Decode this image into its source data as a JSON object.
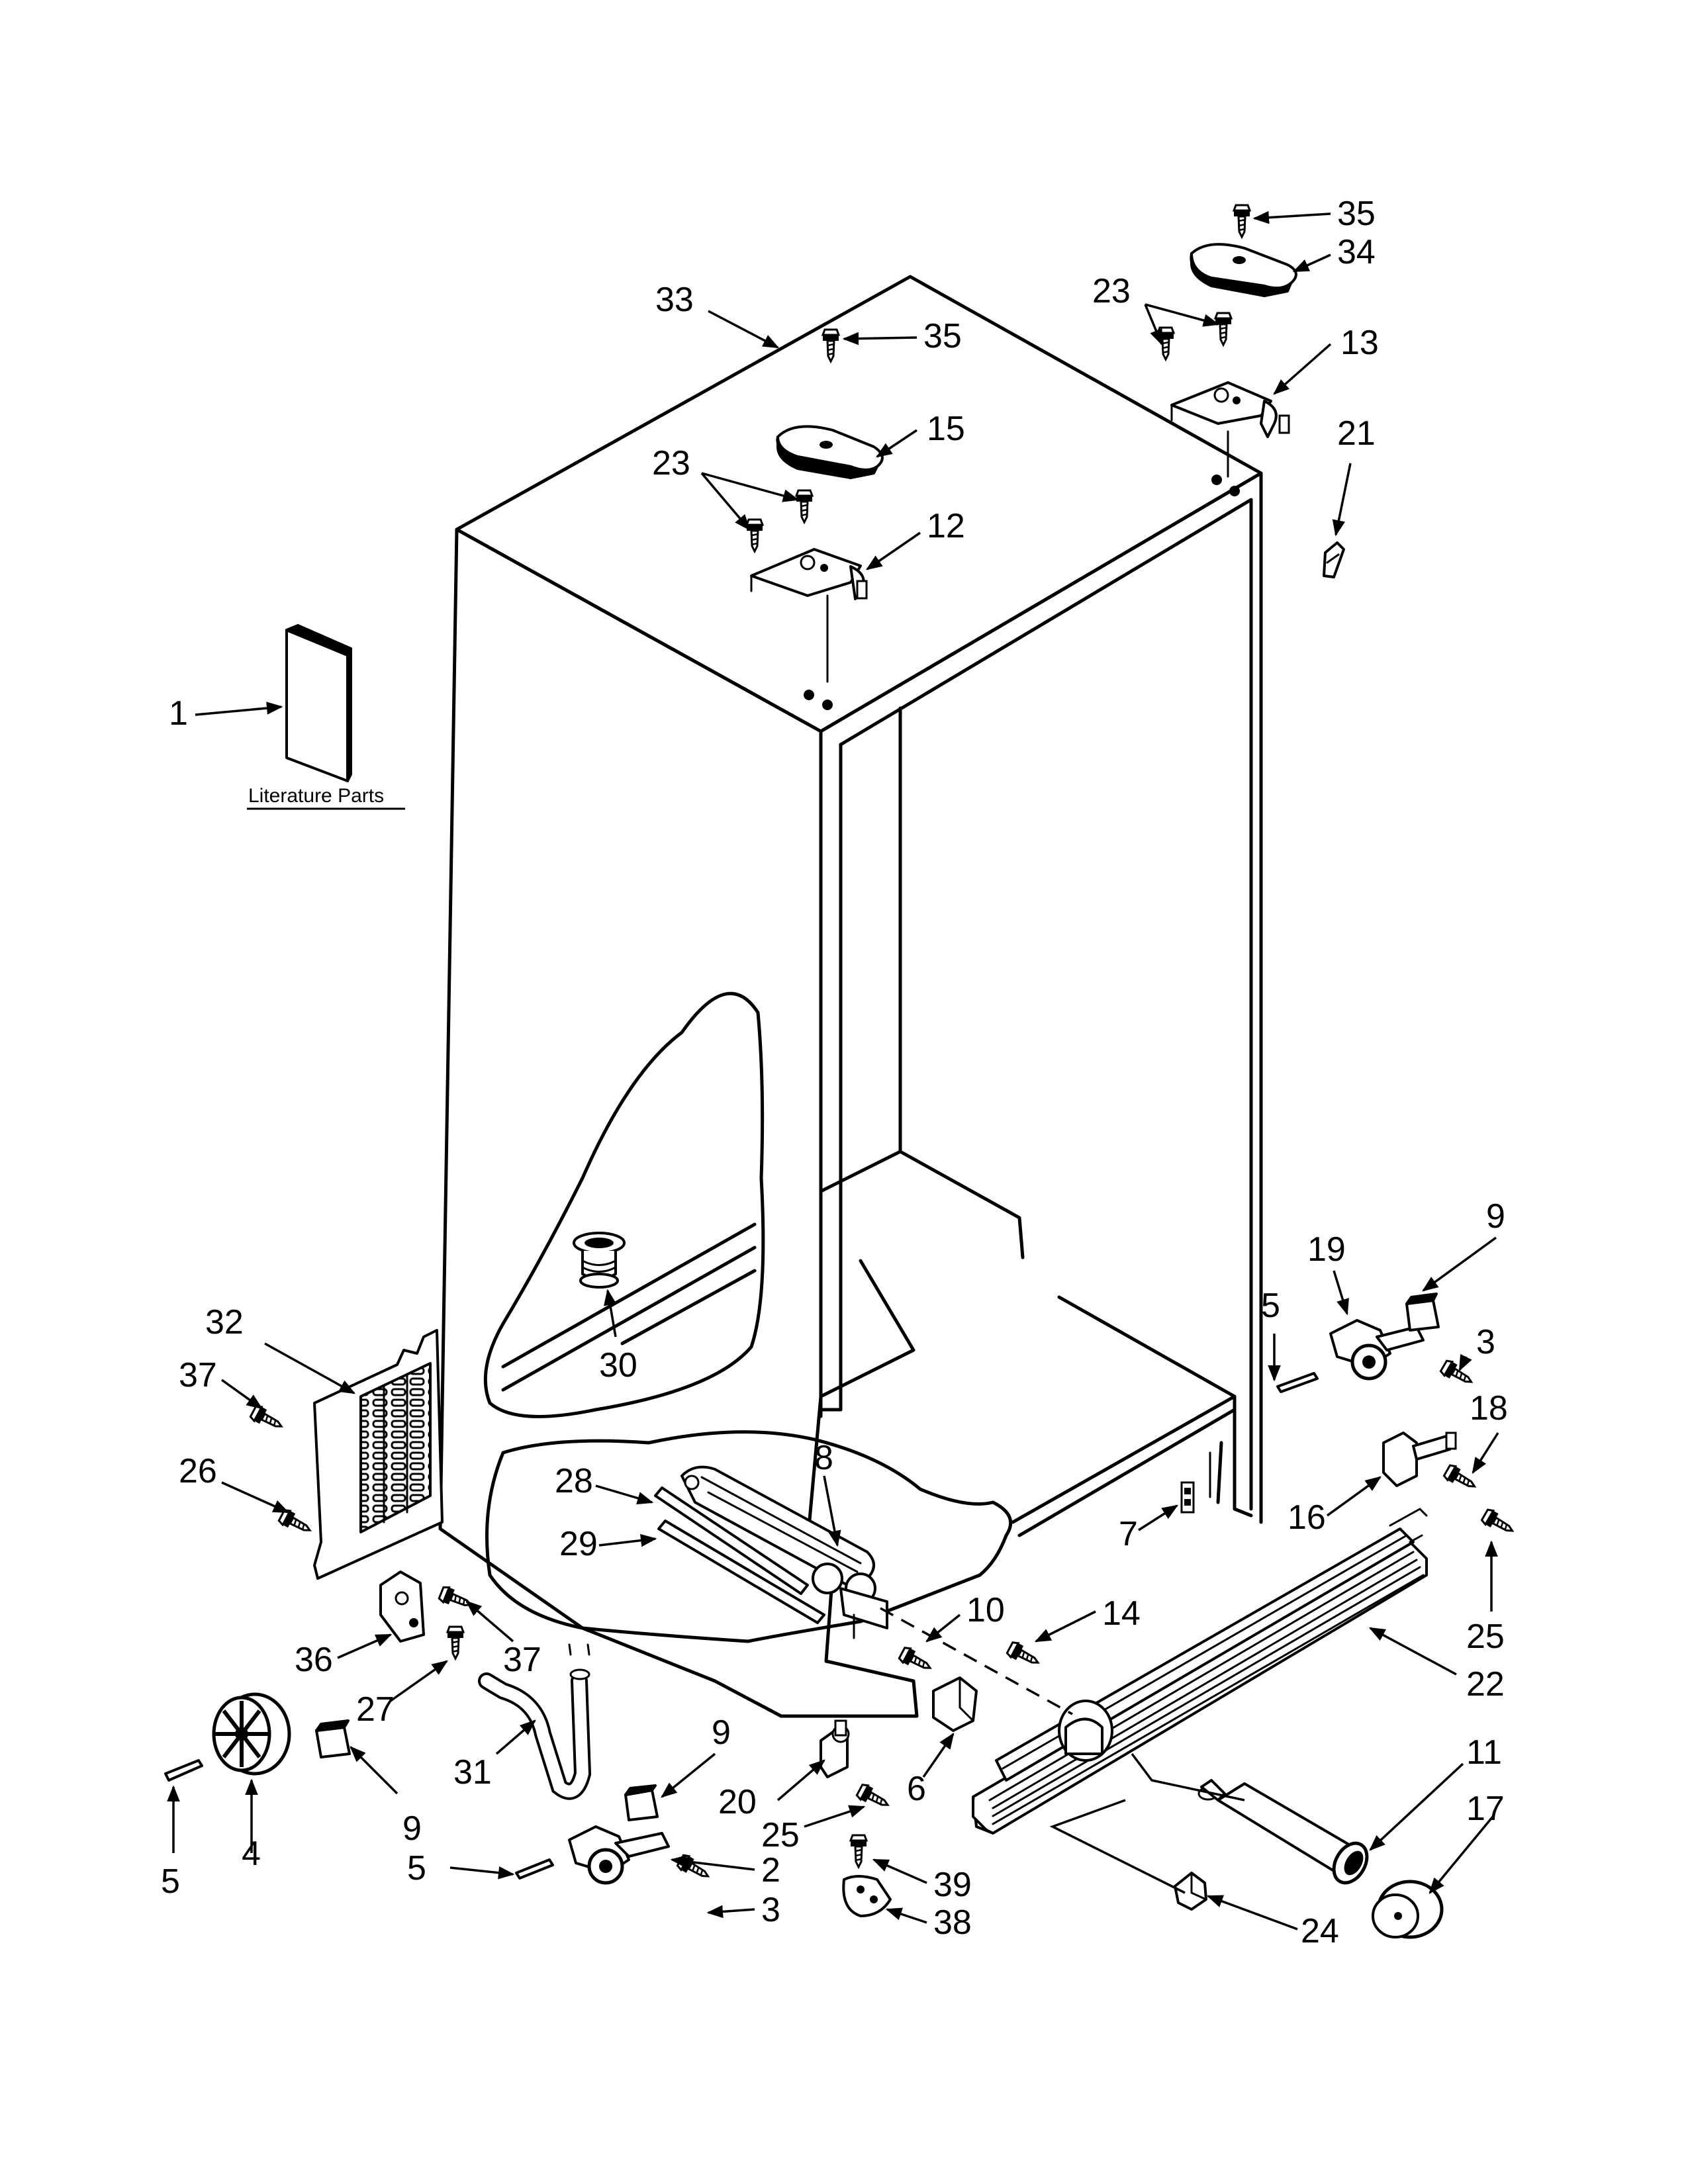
{
  "literature_label": "Literature Parts",
  "callouts": {
    "c1": "1",
    "c2": "2",
    "c3a": "3",
    "c3b": "3",
    "c4": "4",
    "c5a": "5",
    "c5b": "5",
    "c5c": "5",
    "c6": "6",
    "c7": "7",
    "c8": "8",
    "c9a": "9",
    "c9b": "9",
    "c9c": "9",
    "c10": "10",
    "c11": "11",
    "c12": "12",
    "c13": "13",
    "c14": "14",
    "c15": "15",
    "c16": "16",
    "c17": "17",
    "c18": "18",
    "c19": "19",
    "c20": "20",
    "c21": "21",
    "c22": "22",
    "c23a": "23",
    "c23b": "23",
    "c24": "24",
    "c25a": "25",
    "c25b": "25",
    "c26": "26",
    "c27": "27",
    "c28": "28",
    "c29": "29",
    "c30": "30",
    "c31": "31",
    "c32": "32",
    "c33": "33",
    "c34": "34",
    "c35a": "35",
    "c35b": "35",
    "c36": "36",
    "c37a": "37",
    "c37b": "37",
    "c38": "38",
    "c39": "39"
  }
}
